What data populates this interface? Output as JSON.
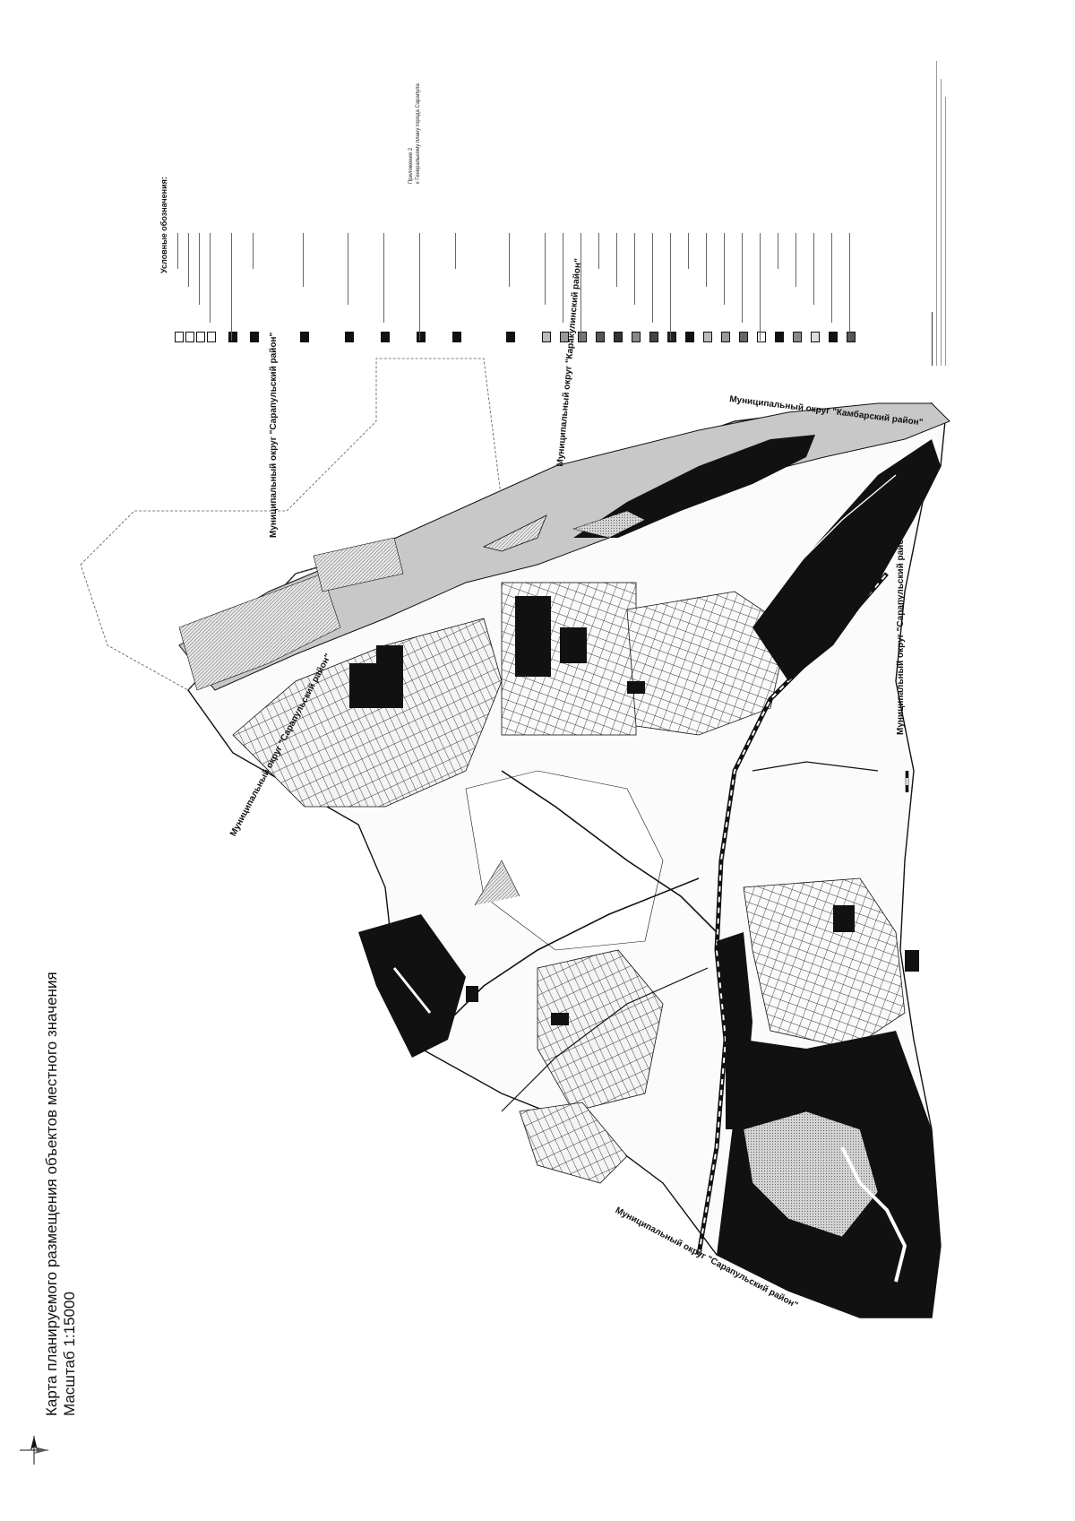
{
  "title": {
    "line1": "Карта планируемого размещения объектов местного значения",
    "line2": "Масштаб 1:15000"
  },
  "appendix": {
    "line1": "Приложение 2",
    "line2": "к Генеральному плану города Сарапула"
  },
  "legend_title": "Условные обозначения:",
  "region_labels": [
    "Муниципальный округ \"Сарапульский район\"",
    "Муниципальный округ \"Сарапульский район\"",
    "Муниципальный округ \"Каракулинский район\"",
    "Муниципальный округ \"Камбарский район\"",
    "Муниципальный округ \"Сарапульский район\"",
    "Муниципальный округ \"Сарапульский район\""
  ],
  "icons": [
    "north-arrow-icon"
  ],
  "colors": {
    "ink": "#111111",
    "water": "#bfbfbf",
    "paper": "#ffffff"
  }
}
